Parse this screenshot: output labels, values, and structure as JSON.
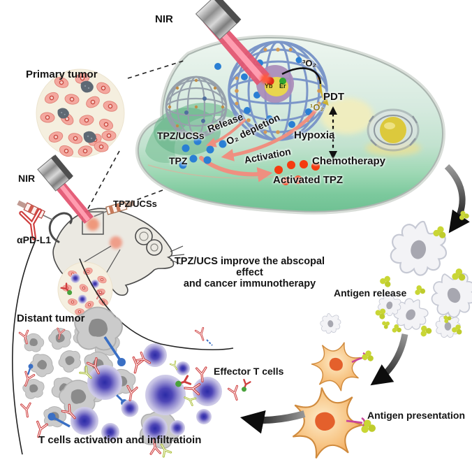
{
  "figure": {
    "labels": {
      "nir_top": "NIR",
      "nir_mouse": "NIR",
      "primary_tumor": "Primary tumor",
      "o2_triplet": "³O₂",
      "o2_singlet": "¹O₂",
      "pdt": "PDT",
      "yb": "Yb",
      "er": "Er",
      "release": "Release",
      "o2_depletion": "O₂ depletion",
      "hypoxia": "Hypoxia",
      "tpz_ucss_cell": "TPZ/UCSs",
      "tpz": "TPZ",
      "activation": "Activation",
      "chemotherapy": "Chemotherapy",
      "activated_tpz": "Activated TPZ",
      "tpz_ucss_mouse": "TPZ/UCSs",
      "apdl1": "αPD-L1",
      "caption_line1": "TPZ/UCS improve the abscopal effect",
      "caption_line2": "and cancer immunotherapy",
      "antigen_release": "Antigen release",
      "distant_tumor": "Distant tumor",
      "effector_t_cells": "Effector T cells",
      "antigen_presentation": "Antigen presentation",
      "t_cells_activation": "T cells activation and infiltratioin"
    },
    "colors": {
      "cell_membrane_green": "#7cc99d",
      "cell_interior_mint": "#d6eadf",
      "laser_beam_red": "#e8506a",
      "ucs_cage_blue": "#7b96c8",
      "cage_node_orange": "#d49a54",
      "tpz_blue": "#2a7fd4",
      "activated_tpz_red": "#f53b10",
      "process_arrow_salmon": "#ef8f80",
      "antigen_yellow": "#c9d635",
      "dendritic_cell_orange": "#f2a453",
      "t_cell_purple": "#4d45b6",
      "antibody_red": "#cf3f3f",
      "tumor_cell_pink": "#f4a89f",
      "distant_tumor_gray": "#cbcbcb",
      "core_yellow": "#e8d54e"
    }
  }
}
